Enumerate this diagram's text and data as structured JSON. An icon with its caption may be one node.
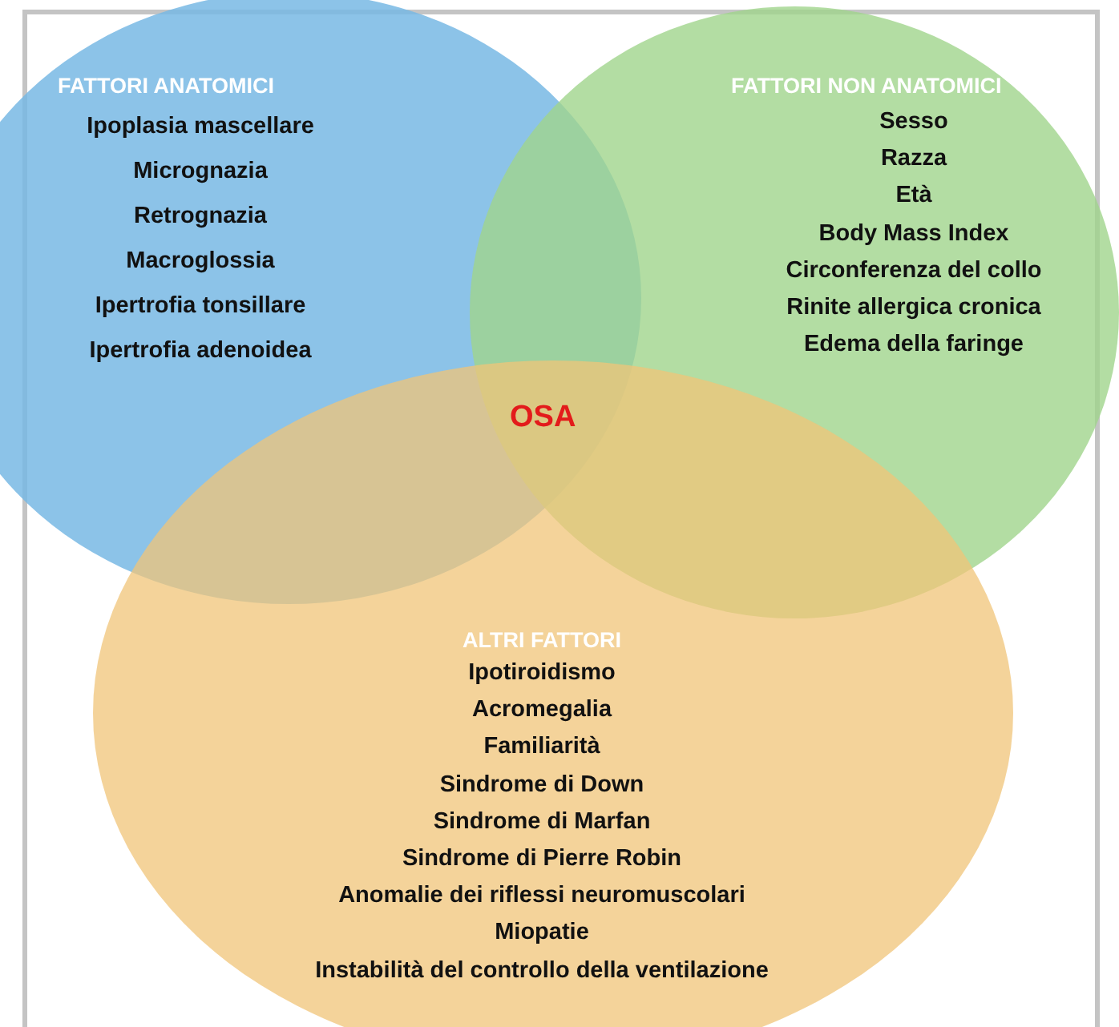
{
  "diagram": {
    "nodes": [
      {
        "text": [
          "FATTORI ANATOMICI",
          "Ipoplasia mascellare",
          "Micrognazia",
          "Retrognazia",
          "Macroglossia",
          "Ipertrofia tonsillare",
          "Ipertrofia adenoidea"
        ]
      },
      {
        "text": [
          "FATTORI NON ANATOMICI",
          "Sesso",
          "Razza",
          "Età",
          "Body Mass Index",
          "Circonferenza del collo",
          "Rinite allergica cronica",
          "Edema della faringe"
        ]
      },
      {
        "text": [
          "ALTRI FATTORI",
          "Ipotiroidismo",
          "Acromegalia",
          "Familiarità",
          "Sindrome di Down",
          "Sindrome di Marfan",
          "Sindrome di Pierre Robin",
          "Anomalie dei riflessi neuromuscolari",
          "Miopatie",
          "Instabilità del controllo della ventilazione"
        ]
      }
    ],
    "edges": [],
    "labels": [
      "OSA"
    ]
  }
}
